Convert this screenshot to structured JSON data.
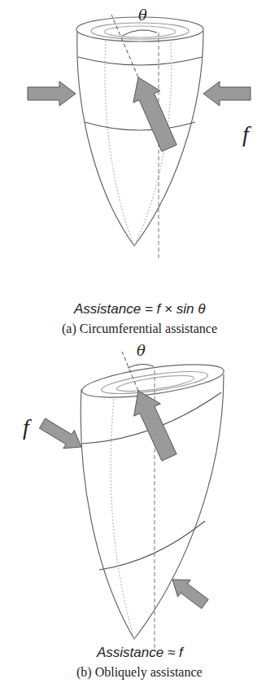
{
  "diagram": {
    "labels": [
      "θ",
      "f",
      "Assistance = f × sin θ",
      "(a) Circumferential assistance",
      "θ",
      "f",
      "Assistance ≈ f",
      "(b) Obliquely assistance"
    ]
  }
}
